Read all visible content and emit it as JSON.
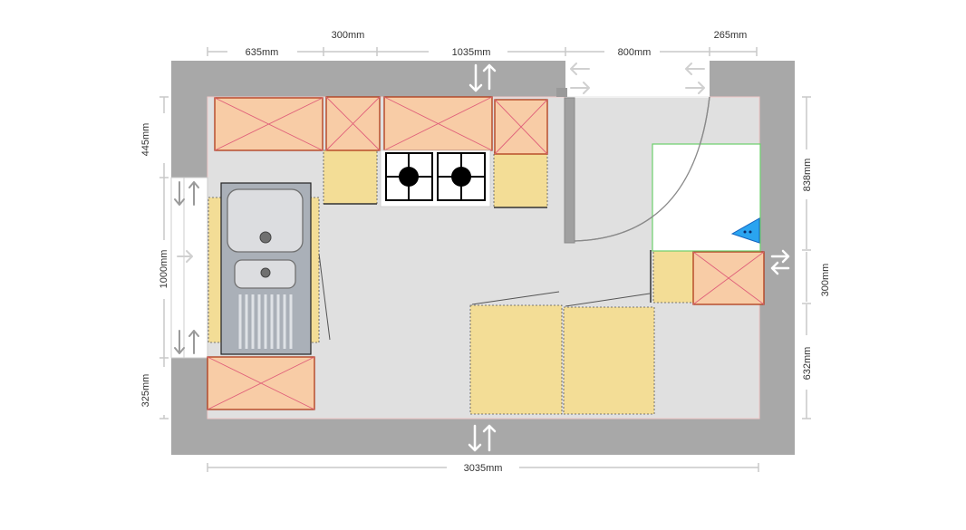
{
  "dimensions": {
    "top_row1": {
      "d300": "300mm",
      "d265": "265mm"
    },
    "top_row2": {
      "d635": "635mm",
      "d1035": "1035mm",
      "d800": "800mm"
    },
    "left": {
      "d445": "445mm",
      "d1000": "1000mm",
      "d325": "325mm"
    },
    "right": {
      "d838": "838mm",
      "d300": "300mm",
      "d632": "632mm"
    },
    "bottom": {
      "d3035": "3035mm"
    }
  },
  "colors": {
    "wall": "#a8a8a8",
    "floor": "#e0e0e0",
    "wall_cabinet": "#f8cca6",
    "base_cabinet": "#f3dd96",
    "fridge_outline": "#6ccf6c",
    "marker": "#2aa4f0"
  },
  "icons": [
    "door-arrow-icon",
    "window-arrow-icon",
    "hob-burner-icon",
    "sink-drain-icon",
    "corner-marker-icon"
  ]
}
